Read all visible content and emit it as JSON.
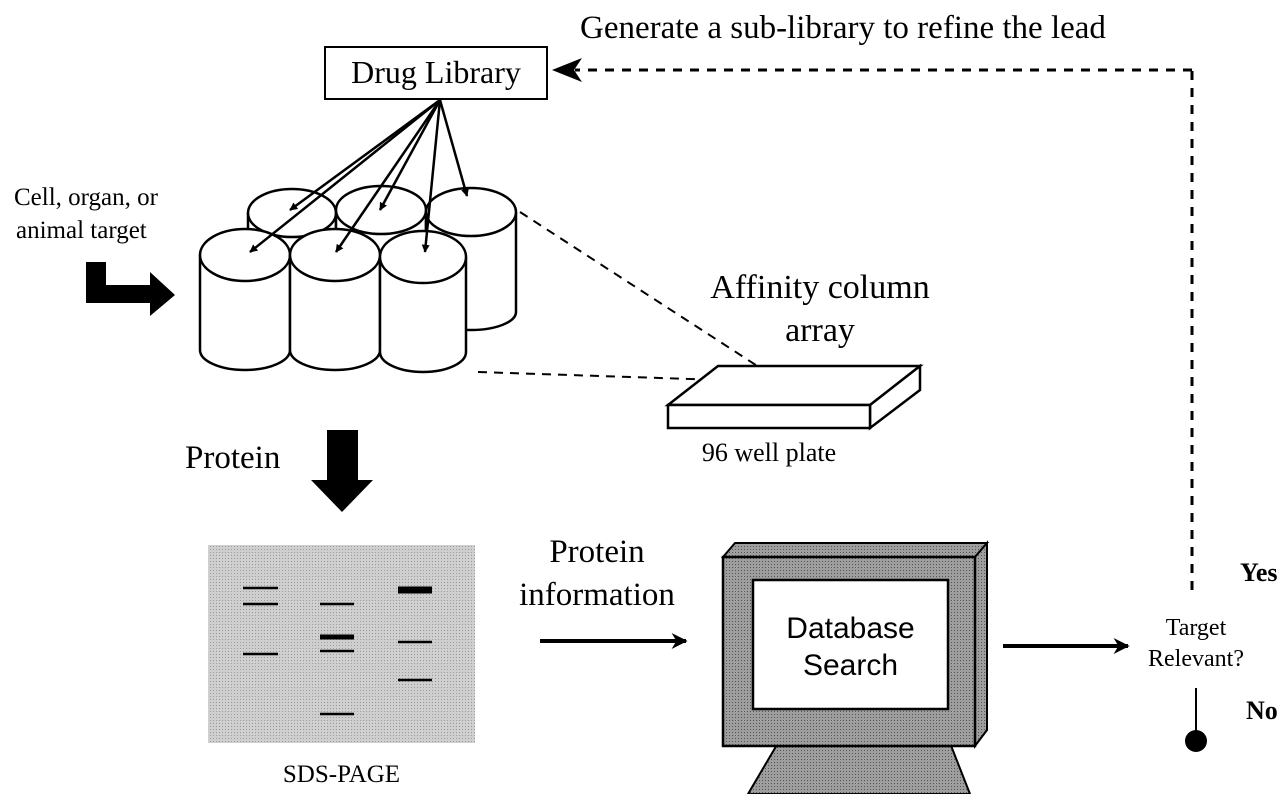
{
  "feedback_label": "Generate a sub-library to refine the lead",
  "drug_library": "Drug Library",
  "target_source": [
    "Cell, organ, or",
    "animal target"
  ],
  "affinity_title": [
    "Affinity column",
    "array"
  ],
  "plate_label": "96 well plate",
  "protein_label": "Protein",
  "gel_caption": "SDS-PAGE",
  "info_label": [
    "Protein",
    "information"
  ],
  "screen_text": [
    "Database",
    "Search"
  ],
  "decision": [
    "Target",
    "Relevant?"
  ],
  "yes_label": "Yes",
  "no_label": "No",
  "colors": {
    "ink": "#000000",
    "gel": "#c4c4c4",
    "monitor": "#8c8c8c",
    "screen": "#ffffff"
  }
}
